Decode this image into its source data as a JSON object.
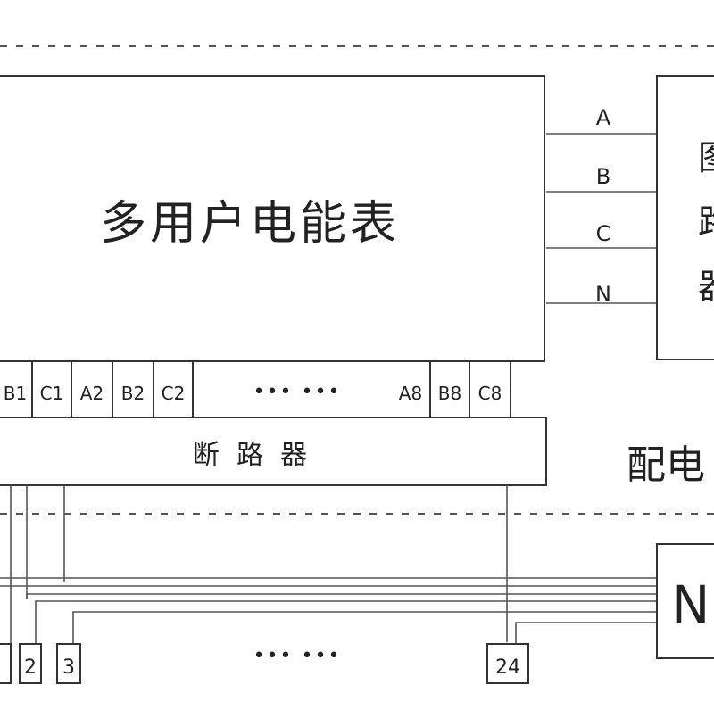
{
  "meter": {
    "title": "多用户电能表"
  },
  "phases": [
    "A",
    "B",
    "C",
    "N"
  ],
  "right_box": {
    "text_lines": [
      "图",
      "路",
      "器"
    ]
  },
  "terminals": [
    "B1",
    "C1",
    "A2",
    "B2",
    "C2",
    "A8",
    "B8",
    "C8"
  ],
  "terminal_gap_dots": "••• •••",
  "breaker": {
    "label": "断  路  器"
  },
  "distribution_label": "配电",
  "n_box": {
    "label": "N"
  },
  "outputs": [
    "2",
    "3",
    "24"
  ],
  "outputs_gap_dots": "••• •••"
}
